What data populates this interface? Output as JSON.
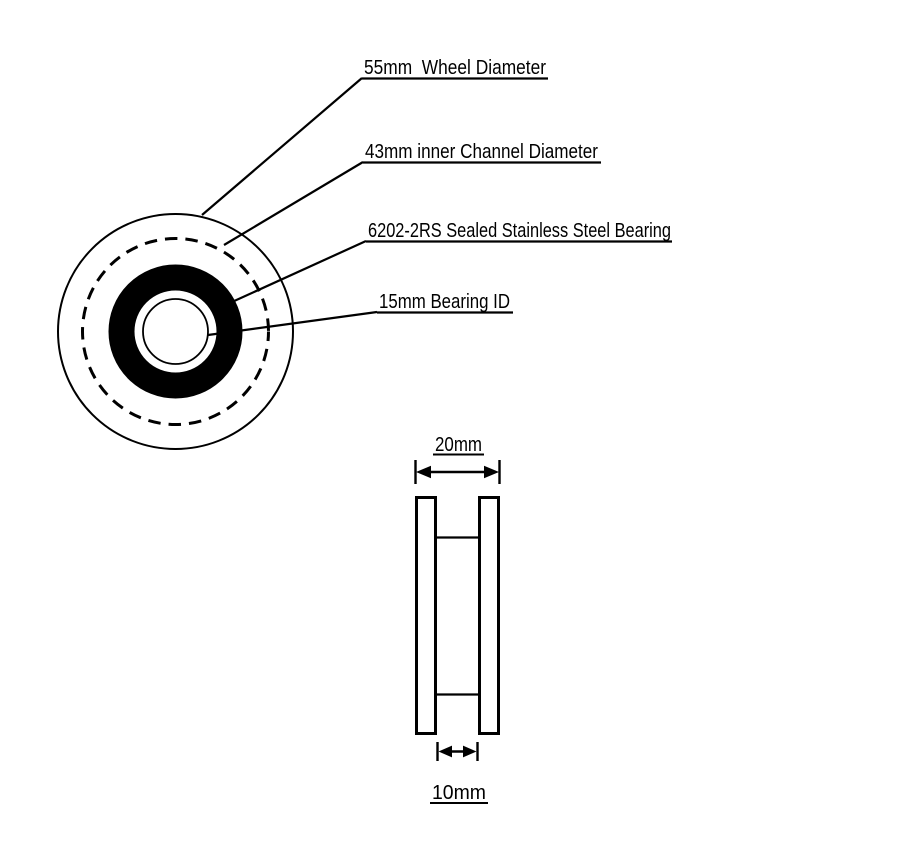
{
  "drawing": {
    "background_color": "#ffffff",
    "line_color": "#000000",
    "bearing_fill_color": "#000000",
    "front_view": {
      "callouts": [
        {
          "text": "55mm  Wheel Diameter"
        },
        {
          "text": "43mm inner Channel Diameter"
        },
        {
          "text": "6202-2RS Sealed Stainless Steel Bearing"
        },
        {
          "text": "15mm Bearing ID"
        }
      ]
    },
    "side_view": {
      "outer_width_label": "20mm",
      "channel_width_label": "10mm"
    }
  }
}
